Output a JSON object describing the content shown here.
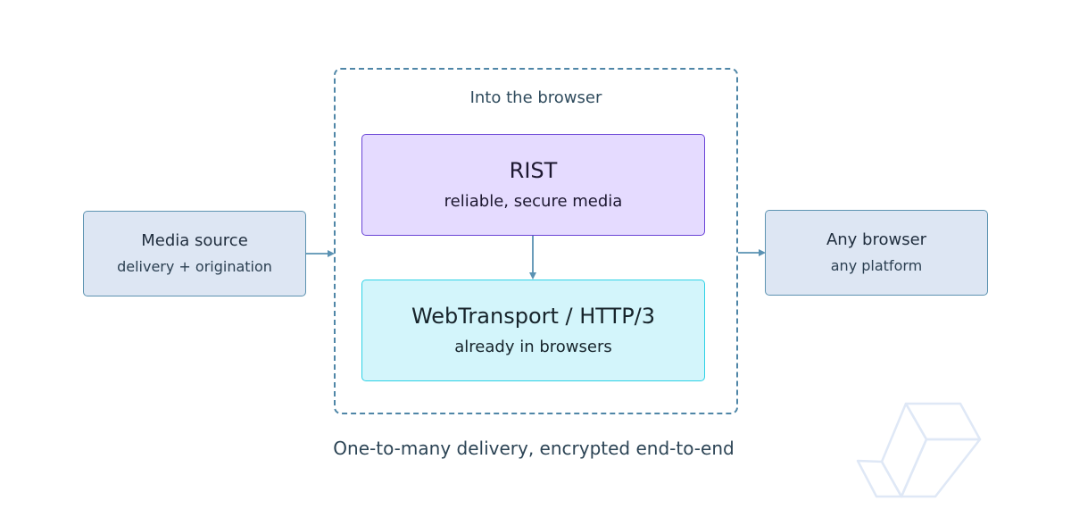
{
  "source": {
    "title": "Media source",
    "subtitle": "delivery + origination"
  },
  "frame": {
    "label": "Into the browser"
  },
  "rist": {
    "title": "RIST",
    "subtitle": "reliable, secure media"
  },
  "webtransport": {
    "title": "WebTransport / HTTP/3",
    "subtitle": "already in browsers"
  },
  "destination": {
    "title": "Any browser",
    "subtitle": "any platform"
  },
  "caption": "One-to-many delivery, encrypted end-to-end",
  "colors": {
    "side_fill": "#dde6f3",
    "side_border": "#5d93b1",
    "frame_border": "#4f86a7",
    "rist_fill": "#e5dbff",
    "rist_border": "#6a44d6",
    "webtransport_fill": "#d3f5fb",
    "webtransport_border": "#2fd2e6",
    "arrow": "#5a92b3",
    "logo": "#dfe8f6"
  }
}
